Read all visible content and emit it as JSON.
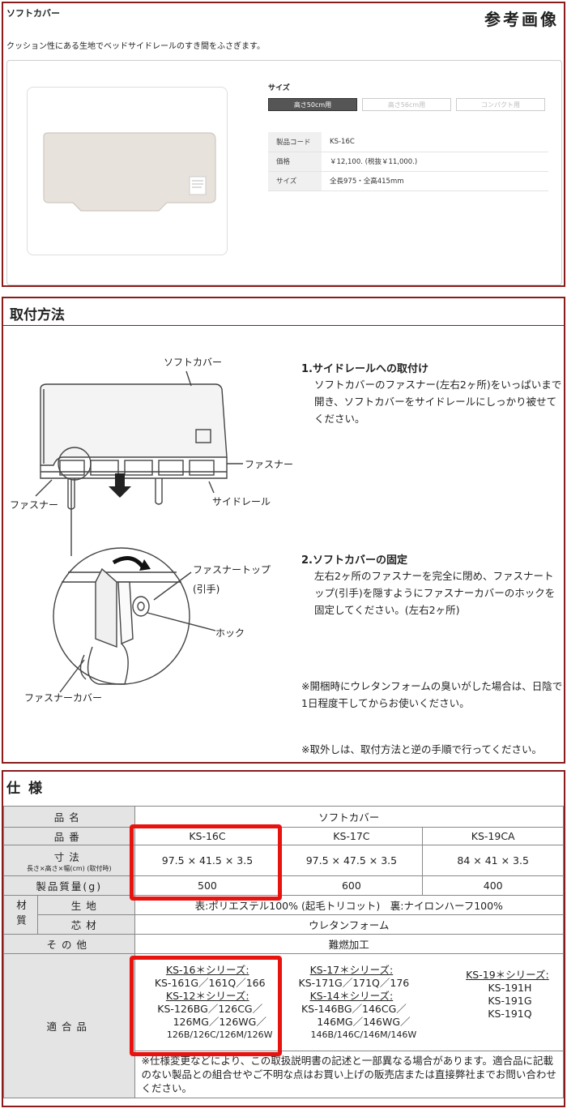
{
  "product": {
    "name": "ソフトカバー",
    "ref_label": "参考画像",
    "description": "クッション性にある生地でベッドサイドレールのすき間をふさぎます。",
    "size_label": "サイズ",
    "size_options": [
      "高さ50cm用",
      "高さ56cm用",
      "コンパクト用"
    ],
    "selected_size": "高さ50cm用",
    "specs": [
      {
        "key": "製品コード",
        "value": "KS-16C"
      },
      {
        "key": "価格",
        "value": "￥12,100. (税抜￥11,000.)"
      },
      {
        "key": "サイズ",
        "value": "全長975・全高415mm"
      }
    ]
  },
  "install": {
    "title": "取付方法",
    "labels": {
      "soft_cover": "ソフトカバー",
      "fastener_right": "ファスナー",
      "fastener_left": "ファスナー",
      "side_rail": "サイドレール",
      "fastener_top": "ファスナートップ",
      "pull_tab": "(引手)",
      "hook": "ホック",
      "fastener_cover": "ファスナーカバー"
    },
    "step1_title": "1.サイドレールへの取付け",
    "step1_text": "ソフトカバーのファスナー(左右2ヶ所)をいっぱいまで開き、ソフトカバーをサイドレールにしっかり被せてください。",
    "step2_title": "2.ソフトカバーの固定",
    "step2_text": "左右2ヶ所のファスナーを完全に閉め、ファスナートップ(引手)を隠すようにファスナーカバーのホックを固定してください。(左右2ヶ所)",
    "note1": "※開梱時にウレタンフォームの臭いがした場合は、日陰で1日程度干してからお使いください。",
    "note2": "※取外しは、取付方法と逆の手順で行ってください。"
  },
  "specs_section": {
    "title": "仕様",
    "row_labels": {
      "name": "品名",
      "number": "品番",
      "dimension": "寸法",
      "dimension_sub": "長さ×高さ×幅(cm) (取付時)",
      "weight": "製品質量(g)",
      "material": "材質",
      "fabric": "生地",
      "core": "芯材",
      "other": "その他",
      "compatible": "適合品"
    },
    "product_name": "ソフトカバー",
    "models": [
      {
        "code": "KS-16C",
        "dimension": "97.5 × 41.5 × 3.5",
        "weight": "500"
      },
      {
        "code": "KS-17C",
        "dimension": "97.5 × 47.5 × 3.5",
        "weight": "600"
      },
      {
        "code": "KS-19CA",
        "dimension": "84 × 41 × 3.5",
        "weight": "400"
      }
    ],
    "fabric": "表:ポリエステル100% (起毛トリコット)　裏:ナイロンハーフ100%",
    "core": "ウレタンフォーム",
    "other": "難燃加工",
    "compatible": {
      "c1_s1": "KS-16＊シリーズ:",
      "c1_s1_items": "KS-161G／161Q／166",
      "c1_s2": "KS-12＊シリーズ:",
      "c1_s2_l1": "KS-126BG／126CG／",
      "c1_s2_l2": "126MG／126WG／",
      "c1_s2_l3": "126B/126C/126M/126W",
      "c2_s1": "KS-17＊シリーズ:",
      "c2_s1_items": "KS-171G／171Q／176",
      "c2_s2": "KS-14＊シリーズ:",
      "c2_s2_l1": "KS-146BG／146CG／",
      "c2_s2_l2": "146MG／146WG／",
      "c2_s2_l3": "146B/146C/146M/146W",
      "c3_s1": "KS-19＊シリーズ:",
      "c3_i1": "KS-191H",
      "c3_i2": "KS-191G",
      "c3_i3": "KS-191Q"
    },
    "footnote": "※仕様変更などにより、この取扱説明書の記述と一部異なる場合があります。適合品に記載のない製品との組合せやご不明な点はお買い上げの販売店または直接弊社までお問い合わせください。"
  }
}
